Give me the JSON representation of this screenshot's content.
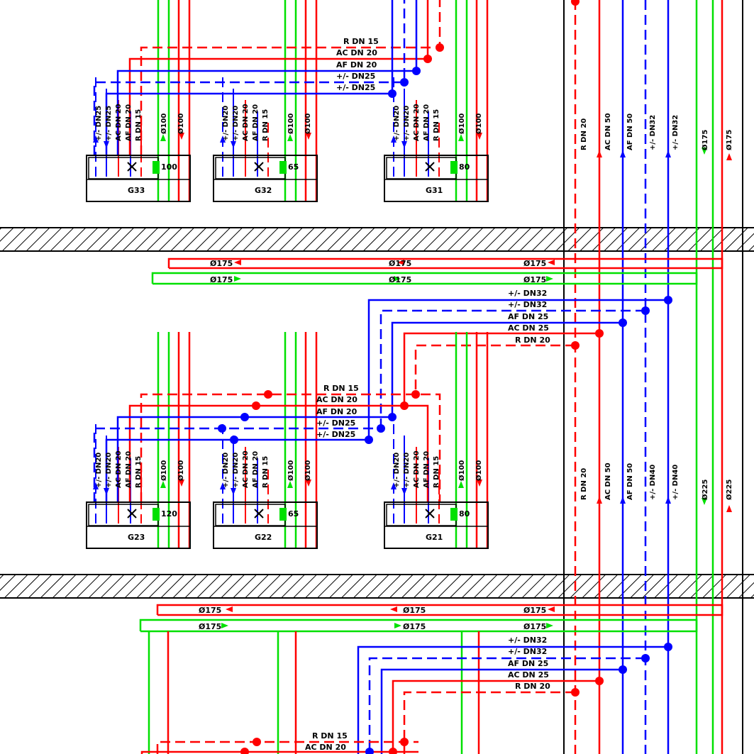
{
  "colors": {
    "red": "#ff0000",
    "blue": "#0000ff",
    "green": "#00e000",
    "black": "#000000"
  },
  "floors": [
    {
      "units": [
        {
          "id": "G33",
          "power": "100",
          "riser_labels": [
            "+/- DN25",
            "+/- DN25",
            "AC DN 20",
            "AF DN 20",
            "R DN 15"
          ],
          "duct_labels": [
            "Ø100",
            "Ø100"
          ]
        },
        {
          "id": "G32",
          "power": "65",
          "riser_labels": [
            "+/- DN20",
            "+/- DN20",
            "AC DN 20",
            "AF DN 20",
            "R DN 15"
          ],
          "duct_labels": [
            "Ø100",
            "Ø100"
          ]
        },
        {
          "id": "G31",
          "power": "80",
          "riser_labels": [
            "+/- DN20",
            "+/- DN20",
            "AC DN 20",
            "AF DN 20",
            "R DN 15"
          ],
          "duct_labels": [
            "Ø100",
            "Ø100"
          ]
        }
      ],
      "branch_labels": [
        "R DN 15",
        "AC DN 20",
        "AF DN 20",
        "+/- DN25",
        "+/- DN25"
      ]
    },
    {
      "duct_labels": [
        "Ø175",
        "Ø175",
        "Ø175",
        "Ø175",
        "Ø175",
        "Ø175"
      ],
      "feed_labels": [
        "+/- DN32",
        "+/- DN32",
        "AF DN 25",
        "AC DN 25",
        "R DN 20"
      ],
      "units": [
        {
          "id": "G23",
          "power": "120",
          "riser_labels": [
            "+/- DN20",
            "+/- DN20",
            "AC DN 20",
            "AF DN 20",
            "R DN 15"
          ],
          "duct_labels": [
            "Ø100",
            "Ø100"
          ]
        },
        {
          "id": "G22",
          "power": "65",
          "riser_labels": [
            "+/- DN20",
            "+/- DN20",
            "AC DN 20",
            "AF DN 20",
            "R DN 15"
          ],
          "duct_labels": [
            "Ø100",
            "Ø100"
          ]
        },
        {
          "id": "G21",
          "power": "80",
          "riser_labels": [
            "+/- DN20",
            "+/- DN20",
            "AC DN 20",
            "AF DN 20",
            "R DN 15"
          ],
          "duct_labels": [
            "Ø100",
            "Ø100"
          ]
        }
      ],
      "branch_labels": [
        "R DN 15",
        "AC DN 20",
        "AF DN 20",
        "+/- DN25",
        "+/- DN25"
      ]
    },
    {
      "duct_labels": [
        "Ø175",
        "Ø175",
        "Ø175",
        "Ø175",
        "Ø175",
        "Ø175"
      ],
      "feed_labels": [
        "+/- DN32",
        "+/- DN32",
        "AF DN 25",
        "AC DN 25",
        "R DN 20"
      ],
      "branch_labels": [
        "R DN 15",
        "AC DN 20"
      ]
    }
  ],
  "riser": {
    "upper_labels": [
      "R DN 20",
      "AC DN 50",
      "AF DN 50",
      "+/- DN32",
      "+/- DN32",
      "Ø175",
      "Ø175"
    ],
    "lower_labels": [
      "R DN 20",
      "AC DN 50",
      "AF DN 50",
      "+/- DN40",
      "+/- DN40",
      "Ø225",
      "Ø225"
    ]
  }
}
